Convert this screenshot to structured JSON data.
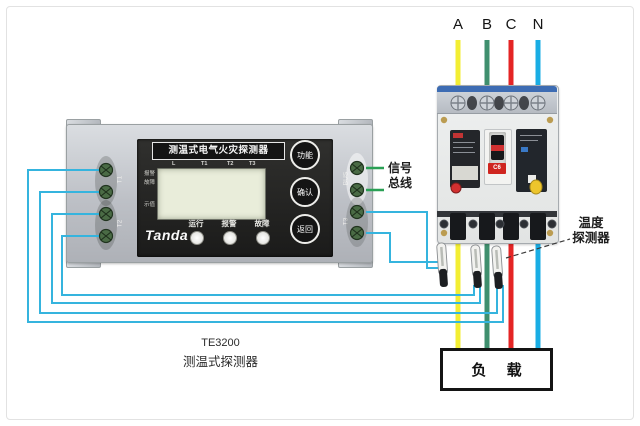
{
  "detector": {
    "panel_title": "测温式电气火灾探测器",
    "brand": "Tanda",
    "lcd_columns": [
      "L",
      "T1",
      "T2",
      "T3"
    ],
    "lcd_side_labels": [
      "报警",
      "故障",
      "示值"
    ],
    "status_labels": [
      "运行",
      "报警",
      "故障"
    ],
    "buttons": [
      "功能",
      "确认",
      "返回"
    ],
    "left_terminal_groups": [
      "T1",
      "T2"
    ],
    "right_terminal_groups": [
      "BUS",
      "T3"
    ],
    "caption_model": "TE3200",
    "caption_name": "测温式探测器"
  },
  "breaker": {
    "phases": [
      "A",
      "B",
      "C",
      "N"
    ],
    "rating_tag": "C6"
  },
  "annotations": {
    "signal_bus_line1": "信号",
    "signal_bus_line2": "总线",
    "temp_sensor_line1": "温度",
    "temp_sensor_line2": "探测器"
  },
  "load": {
    "label": "负 载"
  },
  "colors": {
    "phase_a_wire": "#f3ee33",
    "phase_b_wire": "#3f8f6e",
    "phase_c_wire": "#e42525",
    "phase_n_wire": "#19ade4",
    "signal_wire": "#35b4de",
    "bus_wire": "#2aa055"
  }
}
